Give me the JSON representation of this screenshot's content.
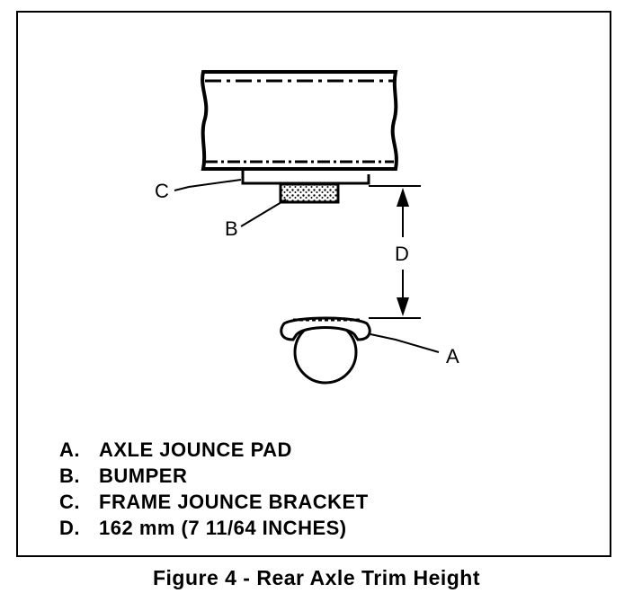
{
  "diagram": {
    "labels": {
      "a": "A",
      "b": "B",
      "c": "C",
      "d": "D"
    }
  },
  "legend": [
    {
      "key": "A.",
      "text": "AXLE JOUNCE PAD"
    },
    {
      "key": "B.",
      "text": "BUMPER"
    },
    {
      "key": "C.",
      "text": "FRAME JOUNCE BRACKET"
    },
    {
      "key": "D.",
      "text": "162 mm (7 11/64 INCHES)"
    }
  ],
  "caption": "Figure 4 - Rear Axle Trim Height"
}
